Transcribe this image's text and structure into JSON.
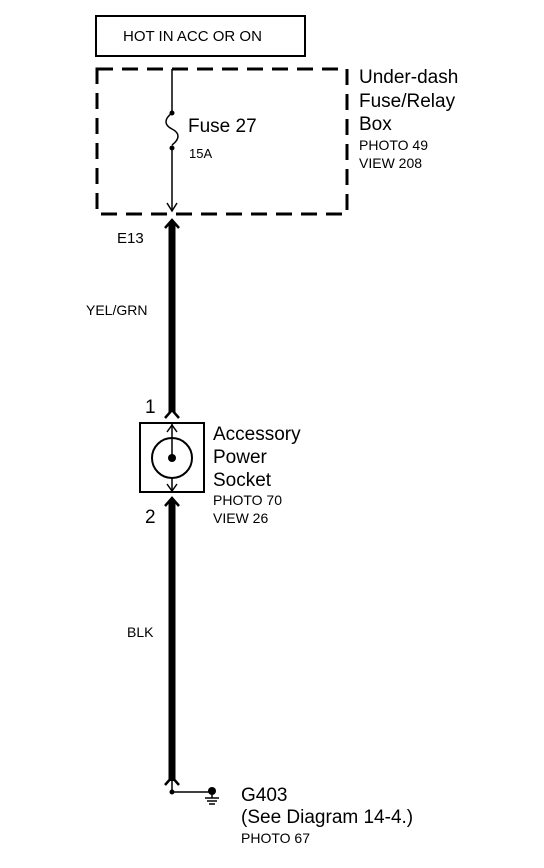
{
  "power_source": {
    "label": "HOT IN ACC OR ON"
  },
  "fuse_box": {
    "name_line1": "Under-dash",
    "name_line2": "Fuse/Relay",
    "name_line3": "Box",
    "photo": "PHOTO 49",
    "view": "VIEW 208"
  },
  "fuse": {
    "name": "Fuse 27",
    "rating": "15A"
  },
  "connector_top": {
    "label": "E13"
  },
  "wire_top": {
    "color_code": "YEL/GRN"
  },
  "socket": {
    "pin_in": "1",
    "pin_out": "2",
    "name_line1": "Accessory",
    "name_line2": "Power",
    "name_line3": "Socket",
    "photo": "PHOTO 70",
    "view": "VIEW 26"
  },
  "wire_bottom": {
    "color_code": "BLK"
  },
  "ground": {
    "id": "G403",
    "reference": "(See Diagram 14-4.)",
    "photo": "PHOTO 67"
  },
  "colors": {
    "ink": "#000000",
    "background": "#ffffff"
  }
}
